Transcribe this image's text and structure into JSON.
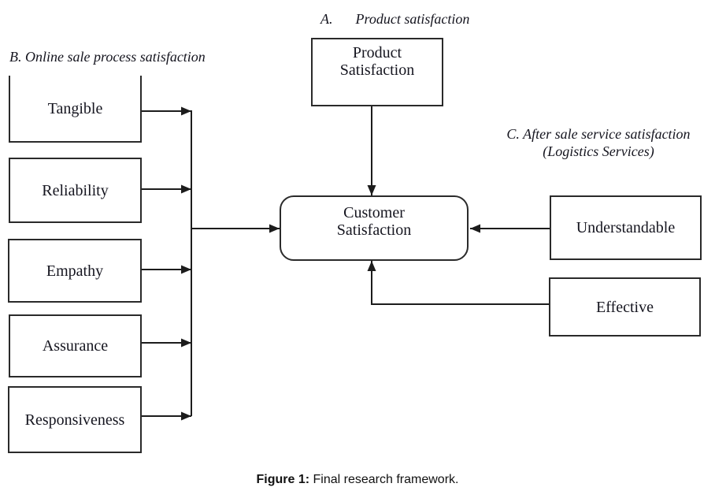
{
  "sections": {
    "a": {
      "prefix": "A.",
      "title": "Product satisfaction"
    },
    "b": {
      "title": "B. Online sale process satisfaction"
    },
    "c": {
      "line1": "C. After sale service satisfaction",
      "line2": "(Logistics Services)"
    }
  },
  "nodes": {
    "product": {
      "line1": "Product",
      "line2": "Satisfaction"
    },
    "customer": {
      "line1": "Customer",
      "line2": "Satisfaction"
    },
    "tangible": {
      "label": "Tangible"
    },
    "reliability": {
      "label": "Reliability"
    },
    "empathy": {
      "label": "Empathy"
    },
    "assurance": {
      "label": "Assurance"
    },
    "responsiveness": {
      "label": "Responsiveness"
    },
    "understandable": {
      "label": "Understandable"
    },
    "effective": {
      "label": "Effective"
    }
  },
  "caption": {
    "prefix": "Figure 1:",
    "text": " Final research framework."
  },
  "colors": {
    "line": "#1c1c1c",
    "text": "#15151f",
    "background": "#ffffff"
  }
}
